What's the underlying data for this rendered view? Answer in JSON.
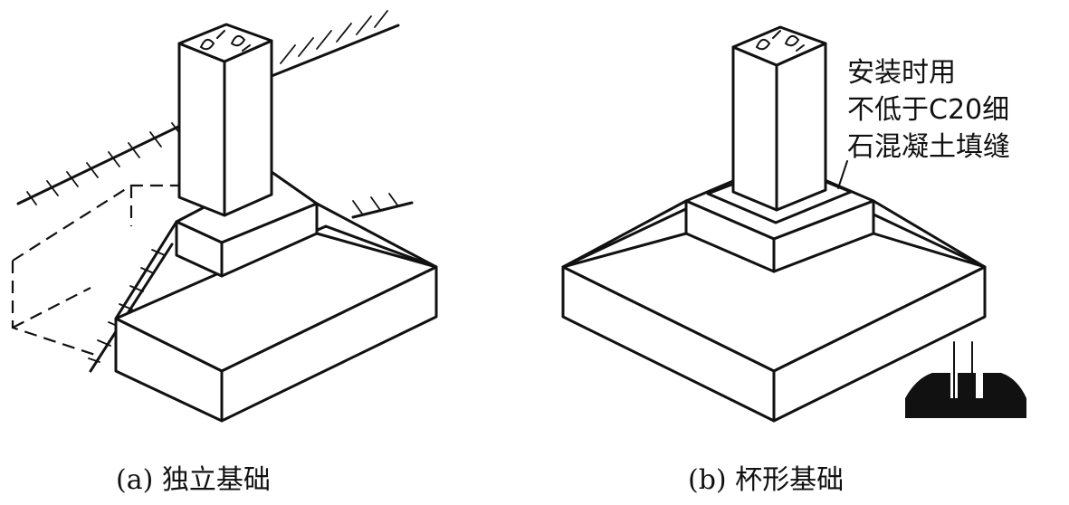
{
  "annotation": {
    "lines": [
      "安装时用",
      "不低于C20细",
      "石混凝土填缝"
    ]
  },
  "captions": {
    "a": "(a) 独立基础",
    "b": "(b) 杯形基础"
  }
}
